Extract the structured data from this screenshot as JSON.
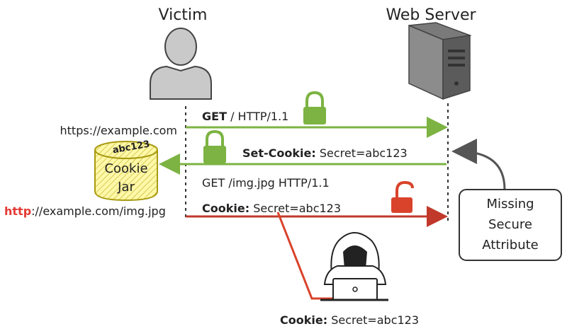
{
  "actors": {
    "victim_label": "Victim",
    "server_label": "Web Server"
  },
  "urls": {
    "https_url": "https://example.com",
    "http_scheme": "http",
    "http_rest": "://example.com/img.jpg"
  },
  "cookie_jar": {
    "line1": "Cookie",
    "line2": "Jar",
    "stored_value": "abc123"
  },
  "messages": {
    "request1_method": "GET",
    "request1_rest": " / HTTP/1.1",
    "response_header": "Set-Cookie:",
    "response_value": " Secret=abc123",
    "request2": "GET /img.jpg HTTP/1.1",
    "request2_cookie_header": "Cookie:",
    "request2_cookie_value": " Secret=abc123"
  },
  "attacker": {
    "cookie_header": "Cookie:",
    "cookie_value": " Secret=abc123"
  },
  "callout": {
    "line1": "Missing",
    "line2": "Secure",
    "line3": "Attribute"
  },
  "colors": {
    "secure_green": "#7cb342",
    "insecure_red": "#d9432b",
    "http_red": "#e53935",
    "jar_yellow": "#fff59d",
    "jar_outline": "#b8a800",
    "lifeline": "#333333"
  }
}
